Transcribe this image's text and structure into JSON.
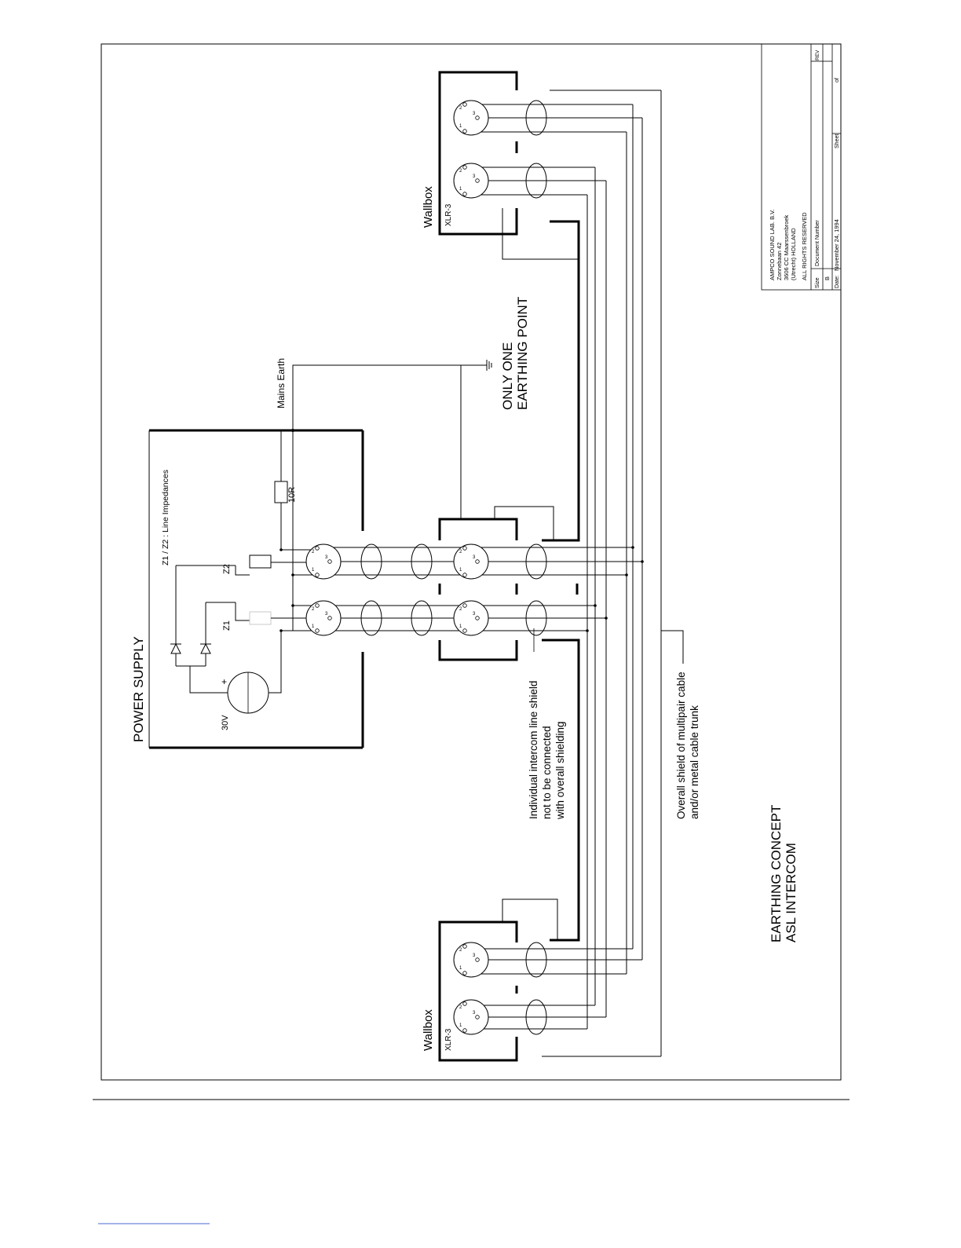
{
  "labels": {
    "power_supply": "POWER SUPPLY",
    "line_impedances": "Z1 / Z2 : Line Impedances",
    "mains_earth": "Mains Earth",
    "resistor": "10R",
    "z1": "Z1",
    "z2": "Z2",
    "voltage": "30V",
    "plus": "+",
    "earthing_point_line1": "ONLY ONE",
    "earthing_point_line2": "EARTHING POINT",
    "wallbox_top": "Wallbox",
    "xlr_top": "XLR-3",
    "wallbox_bottom": "Wallbox",
    "xlr_bottom": "XLR-3",
    "shield_note_line1": "Individual intercom line shield",
    "shield_note_line2": "not to be connected",
    "shield_note_line3": "with overall shielding",
    "overall_shield_line1": "Overall shield of multipair cable",
    "overall_shield_line2": "and/or metal cable trunk",
    "concept_line1": "EARTHING CONCEPT",
    "concept_line2": "ASL INTERCOM",
    "pin1": "1",
    "pin2": "2",
    "pin3": "3"
  },
  "title_block": {
    "company": "AMPCO SOUND LAB. B.V.",
    "street": "Zonnebaan 42",
    "city": "3606 CC Maarssenbroek",
    "country": "(Utrecht) HOLLAND",
    "rights": "ALL RIGHTS RESERVED",
    "size_label": "Size",
    "size_value": "B",
    "doc_label": "Document Number",
    "rev_label": "REV",
    "date_label": "Date:",
    "date_value": "November 24, 1994",
    "sheet_label": "Sheet",
    "of_label": "of"
  }
}
